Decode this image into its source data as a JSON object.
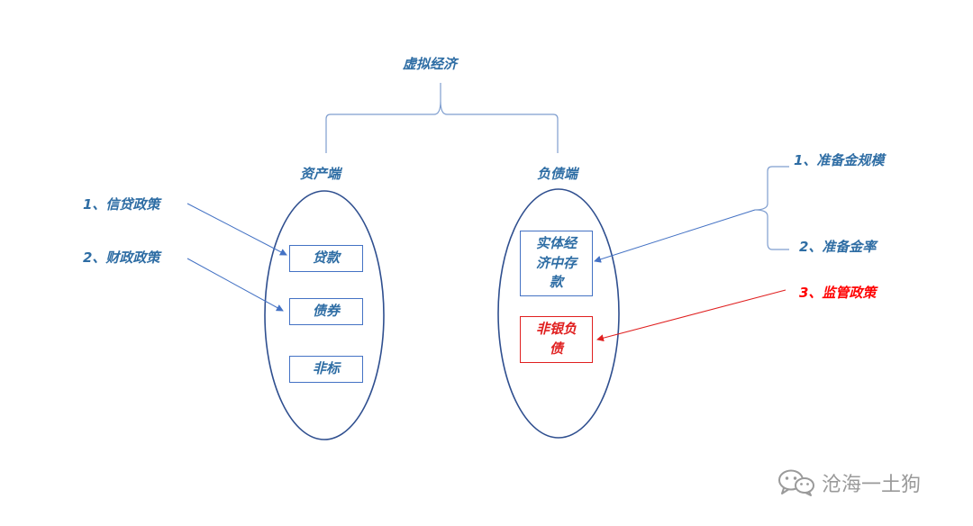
{
  "root": {
    "label": "虚拟经济"
  },
  "assets": {
    "label": "资产端",
    "items": [
      "贷款",
      "债券",
      "非标"
    ]
  },
  "liabilities": {
    "label": "负债端",
    "items": [
      "实体经济中存款",
      "非银负债"
    ]
  },
  "asset_policies": [
    "1、信贷政策",
    "2、财政政策"
  ],
  "deposit_factors": [
    "1、准备金规模",
    "2、准备金率"
  ],
  "regulation": "3、监管政策",
  "watermark": "沧海一土狗",
  "colors": {
    "blue": "#2e6da4",
    "outline": "#2f4f8f",
    "red": "#ff0000"
  },
  "icons": {
    "watermark": "wechat-icon"
  }
}
